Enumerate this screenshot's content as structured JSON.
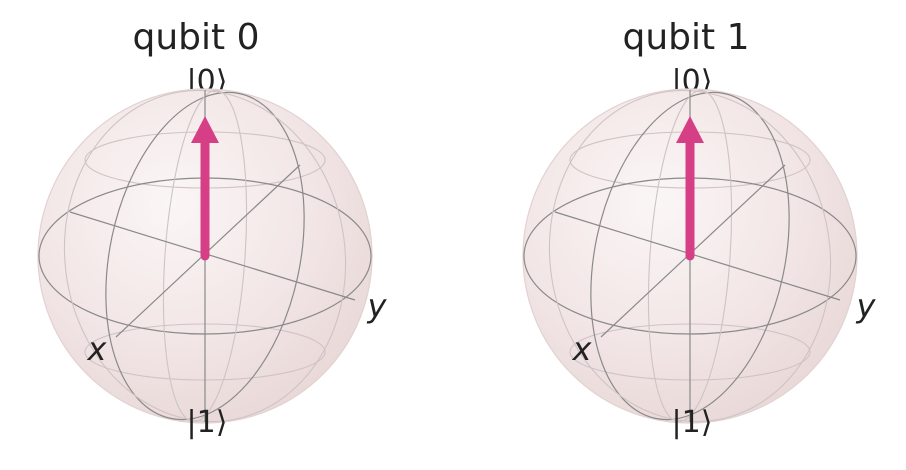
{
  "figure": {
    "spheres": [
      {
        "title": "qubit 0",
        "top_label": "|0⟩",
        "bottom_label": "|1⟩",
        "x_label": "x",
        "y_label": "y",
        "state_vector": [
          0,
          0,
          1
        ]
      },
      {
        "title": "qubit 1",
        "top_label": "|0⟩",
        "bottom_label": "|1⟩",
        "x_label": "x",
        "y_label": "y",
        "state_vector": [
          0,
          0,
          1
        ]
      }
    ],
    "colors": {
      "sphere_fill": "#f3e4e4",
      "sphere_edge": "#e7d8d8",
      "arrow": "#d63f86",
      "grid": "#8a8a8a",
      "text": "#222222"
    }
  }
}
